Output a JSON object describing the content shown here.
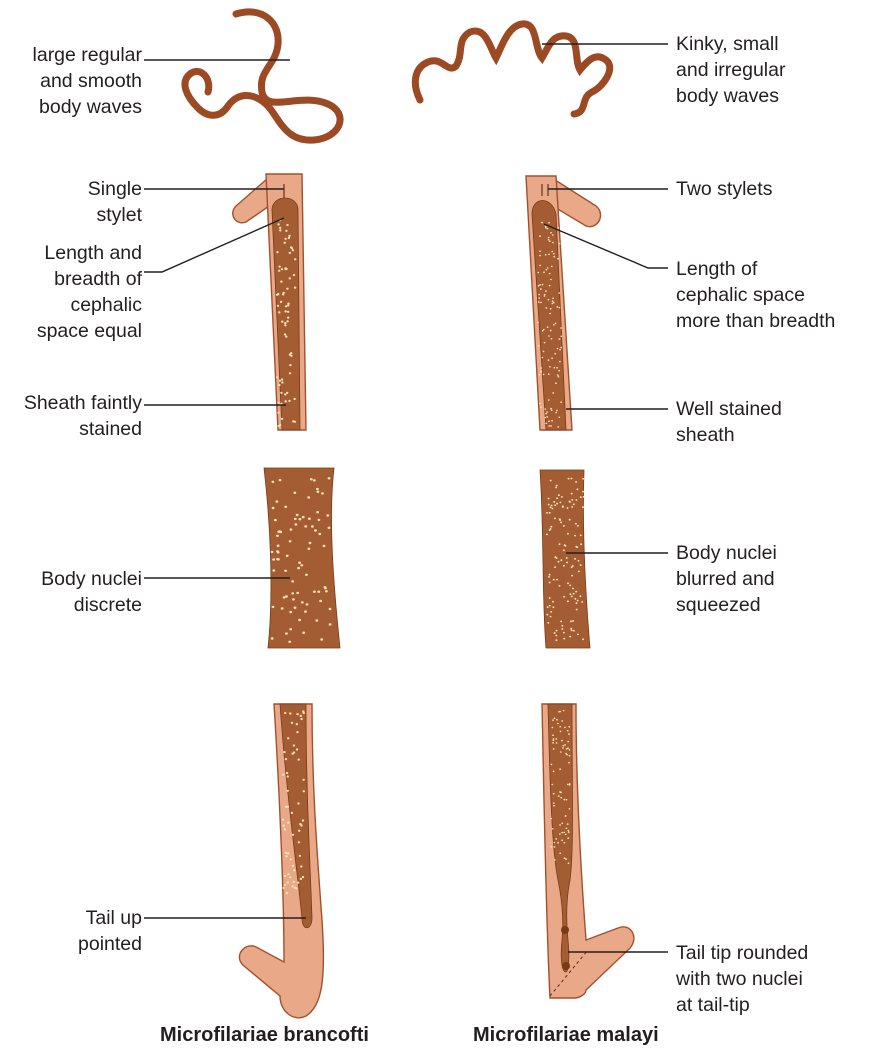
{
  "colors": {
    "worm": "#9c4a23",
    "sheath": "#e9a887",
    "sheath_outline": "#a0522d",
    "body": "#a45d33",
    "nuclei": "#fbe3b8",
    "leader": "#231f20",
    "text": "#231f20"
  },
  "left": {
    "caption": "Microfilariae brancofti",
    "labels": {
      "waves": [
        "large regular",
        "and smooth",
        "body waves"
      ],
      "stylet": [
        "Single",
        "stylet"
      ],
      "cephalic": [
        "Length and",
        "breadth of",
        "cephalic",
        "space equal"
      ],
      "sheath": [
        "Sheath faintly",
        "stained"
      ],
      "nuclei": [
        "Body nuclei",
        "discrete"
      ],
      "tail": [
        "Tail up",
        "pointed"
      ]
    }
  },
  "right": {
    "caption": "Microfilariae malayi",
    "labels": {
      "waves": [
        "Kinky, small",
        "and irregular",
        "body waves"
      ],
      "stylet": [
        "Two stylets"
      ],
      "cephalic": [
        "Length of",
        "cephalic space",
        "more than breadth"
      ],
      "sheath": [
        "Well stained",
        "sheath"
      ],
      "nuclei": [
        "Body nuclei",
        "blurred and",
        "squeezed"
      ],
      "tail": [
        "Tail tip rounded",
        "with two nuclei",
        "at tail-tip"
      ]
    }
  }
}
